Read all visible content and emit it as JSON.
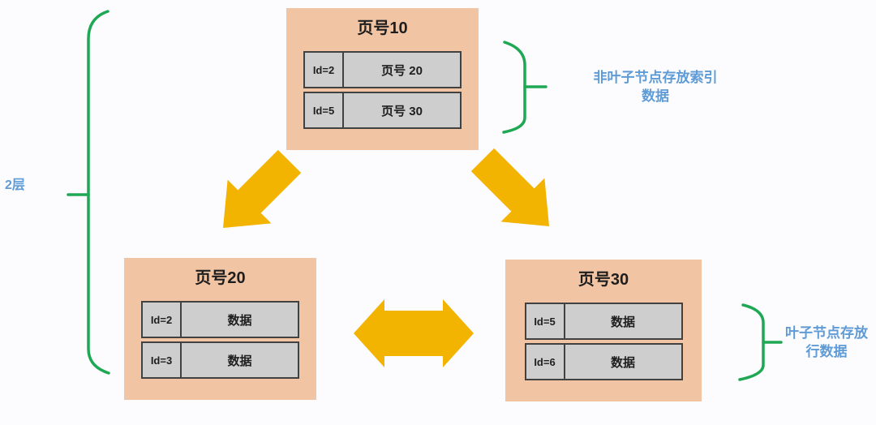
{
  "colors": {
    "background": "#fcfcfe",
    "node_bg": "#f1c4a3",
    "row_bg": "#cecece",
    "row_border": "#414141",
    "node_title_text": "#1e1e1e",
    "row_text": "#1e1e1e",
    "arrow": "#f2b301",
    "brace": "#1fa854",
    "annotation_text": "#5f9bd6"
  },
  "annotations": {
    "tree_height_label": "2层",
    "non_leaf_note_line1": "非叶子节点存放索引",
    "non_leaf_note_line2": "数据",
    "leaf_note_line1": "叶子节点存放",
    "leaf_note_line2": "行数据"
  },
  "nodes": {
    "root": {
      "title": "页号10",
      "rows": [
        {
          "key": "Id=2",
          "value": "页号 20"
        },
        {
          "key": "Id=5",
          "value": "页号 30"
        }
      ]
    },
    "leaf_left": {
      "title": "页号20",
      "rows": [
        {
          "key": "Id=2",
          "value": "数据"
        },
        {
          "key": "Id=3",
          "value": "数据"
        }
      ]
    },
    "leaf_right": {
      "title": "页号30",
      "rows": [
        {
          "key": "Id=5",
          "value": "数据"
        },
        {
          "key": "Id=6",
          "value": "数据"
        }
      ]
    }
  }
}
